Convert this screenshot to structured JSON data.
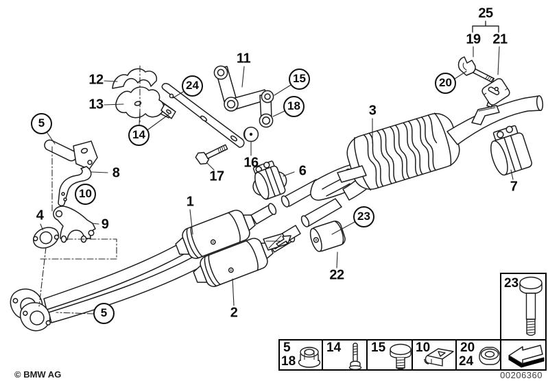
{
  "diagram": {
    "copyright": "© BMW AG",
    "part_number": "00206360",
    "line_color": "#1b1b1b"
  },
  "callouts": {
    "c1": "1",
    "c2": "2",
    "c3": "3",
    "c4": "4",
    "c5": "5",
    "c6": "6",
    "c7": "7",
    "c8": "8",
    "c9": "9",
    "c10": "10",
    "c11": "11",
    "c12": "12",
    "c13": "13",
    "c14": "14",
    "c15": "15",
    "c16": "16",
    "c17": "17",
    "c18": "18",
    "c19": "19",
    "c20": "20",
    "c21": "21",
    "c22": "22",
    "c23": "23",
    "c24": "24",
    "c25": "25"
  },
  "legend": {
    "cells": [
      {
        "labels": [
          "5",
          "18"
        ],
        "icon": "flange-nut-icon"
      },
      {
        "labels": [
          "14"
        ],
        "icon": "pan-head-screw-icon"
      },
      {
        "labels": [
          "15"
        ],
        "icon": "hex-bolt-icon"
      },
      {
        "labels": [
          "10"
        ],
        "icon": "clamp-block-icon"
      },
      {
        "labels": [
          "20",
          "24"
        ],
        "icon": "hex-nut-icon"
      },
      {
        "labels": [],
        "icon": "direction-arrow-icon"
      }
    ],
    "detail_box": {
      "label": "23",
      "icon": "shoulder-bolt-icon"
    }
  }
}
